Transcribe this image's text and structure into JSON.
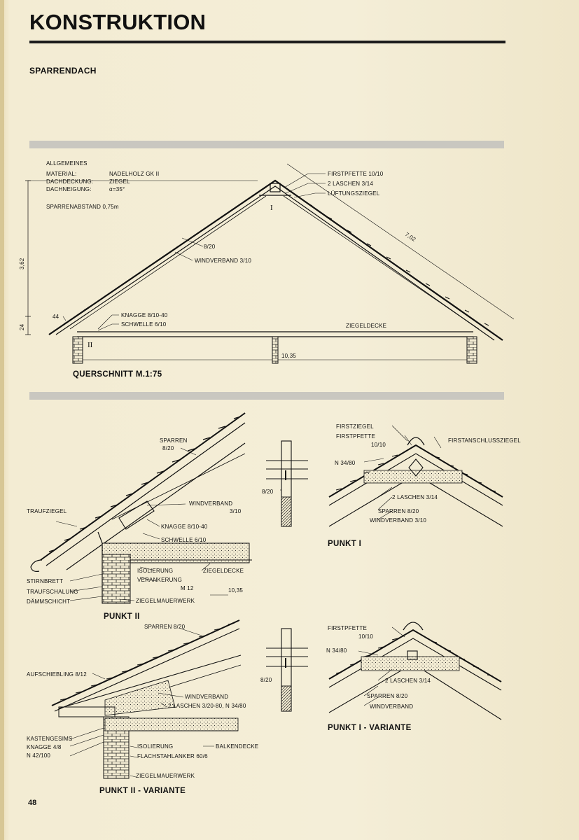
{
  "page": {
    "title": "KONSTRUKTION",
    "subtitle": "SPARRENDACH",
    "page_number": "48"
  },
  "cross_section": {
    "caption": "QUERSCHNITT M.1:75",
    "info": {
      "heading": "ALLGEMEINES",
      "material_label": "MATERIAL:",
      "material_value": "NADELHOLZ GK II",
      "dachdeckung_label": "DACHDECKUNG:",
      "dachdeckung_value": "ZIEGEL",
      "dachneigung_label": "DACHNEIGUNG:",
      "dachneigung_value": "α=35°",
      "sparrenabstand": "SPARRENABSTAND 0,75m"
    },
    "labels": {
      "firstpfette": "FIRSTPFETTE 10/10",
      "laschen": "2 LASCHEN 3/14",
      "lueftungsziegel": "LÜFTUNGSZIEGEL",
      "sparren": "8/20",
      "windverband": "WINDVERBAND 3/10",
      "knagge": "KNAGGE 8/10-40",
      "schwelle": "SCHWELLE 6/10",
      "ziegeldecke": "ZIEGELDECKE",
      "marker_1": "I",
      "marker_2": "II"
    },
    "dimensions": {
      "height": "3,62",
      "eave": "24",
      "overhang": "44",
      "rafter_length": "7,02",
      "span": "10,35"
    }
  },
  "punkt_2": {
    "caption": "PUNKT II",
    "labels": {
      "sparren": "SPARREN",
      "sparren_size": "8/20",
      "traufziegel": "TRAUFZIEGEL",
      "windverband": "WINDVERBAND",
      "windverband_size": "3/10",
      "knagge": "KNAGGE 8/10-40",
      "schwelle": "SCHWELLE 6/10",
      "isolierung": "ISOLIERUNG",
      "ziegeldecke": "ZIEGELDECKE",
      "verankerung": "VERANKERUNG",
      "verankerung_size": "M 12",
      "dimension": "10,35",
      "stirnbrett": "STIRNBRETT",
      "traufschalung": "TRAUFSCHALUNG",
      "daemmschicht": "DÄMMSCHICHT",
      "ziegelmauerwerk": "ZIEGELMAUERWERK"
    }
  },
  "punkt_1": {
    "caption": "PUNKT I",
    "labels": {
      "firstziegel": "FIRSTZIEGEL",
      "firstpfette": "FIRSTPFETTE",
      "firstpfette_size": "10/10",
      "firstanschlussziegel": "FIRSTANSCHLUSSZIEGEL",
      "nail": "N 34/80",
      "side_size": "8/20",
      "laschen": "2 LASCHEN 3/14",
      "sparren": "SPARREN 8/20",
      "windverband": "WINDVERBAND 3/10"
    }
  },
  "punkt_2_variante": {
    "caption": "PUNKT II - VARIANTE",
    "labels": {
      "sparren": "SPARREN 8/20",
      "aufschiebling": "AUFSCHIEBLING 8/12",
      "windverband": "WINDVERBAND",
      "laschen": "2 LASCHEN 3/20-80, N 34/80",
      "kastengesims": "KASTENGESIMS",
      "knagge": "KNAGGE 4/8",
      "nail": "N 42/100",
      "isolierung": "ISOLIERUNG",
      "flachstahlanker": "FLACHSTAHLANKER 60/6",
      "balkendecke": "BALKENDECKE",
      "ziegelmauerwerk": "ZIEGELMAUERWERK"
    }
  },
  "punkt_1_variante": {
    "caption": "PUNKT I - VARIANTE",
    "labels": {
      "firstpfette": "FIRSTPFETTE",
      "firstpfette_size": "10/10",
      "nail": "N 34/80",
      "side_size": "8/20",
      "laschen": "2 LASCHEN 3/14",
      "sparren": "SPARREN 8/20",
      "windverband": "WINDVERBAND"
    }
  }
}
